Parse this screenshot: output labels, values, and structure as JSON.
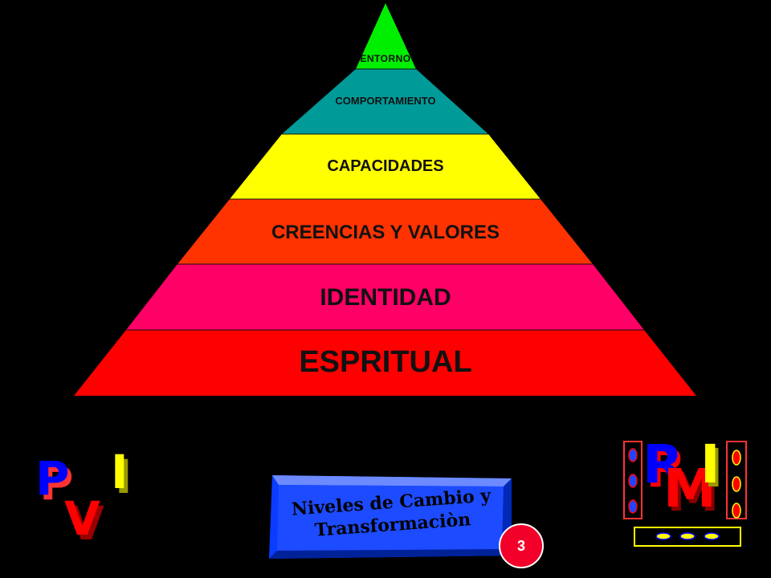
{
  "pyramid": {
    "levels": [
      {
        "label": "ENTORNO",
        "color": "#00ff00"
      },
      {
        "label": "COMPORTAMIENTO",
        "color": "#009999"
      },
      {
        "label": "CAPACIDADES",
        "color": "#ffff00"
      },
      {
        "label": "CREENCIAS  Y VALORES",
        "color": "#ff3300"
      },
      {
        "label": "IDENTIDAD",
        "color": "#ff0066"
      },
      {
        "label": "ESPRITUAL",
        "color": "#ff0000"
      }
    ]
  },
  "logo_left": {
    "letters": [
      "P",
      "V",
      "I"
    ],
    "colors": [
      "#0000ff",
      "#ff0000",
      "#ffff00"
    ]
  },
  "plaque": {
    "line1": "Niveles de Cambio y",
    "line2": "Transformaciòn",
    "color": "#0033ff"
  },
  "badge": {
    "number": "3",
    "color": "#ff0000"
  },
  "logo_right": {
    "letters": [
      "R",
      "M",
      "I"
    ],
    "colors": [
      "#0000ff",
      "#ff0000",
      "#ffff00"
    ]
  }
}
